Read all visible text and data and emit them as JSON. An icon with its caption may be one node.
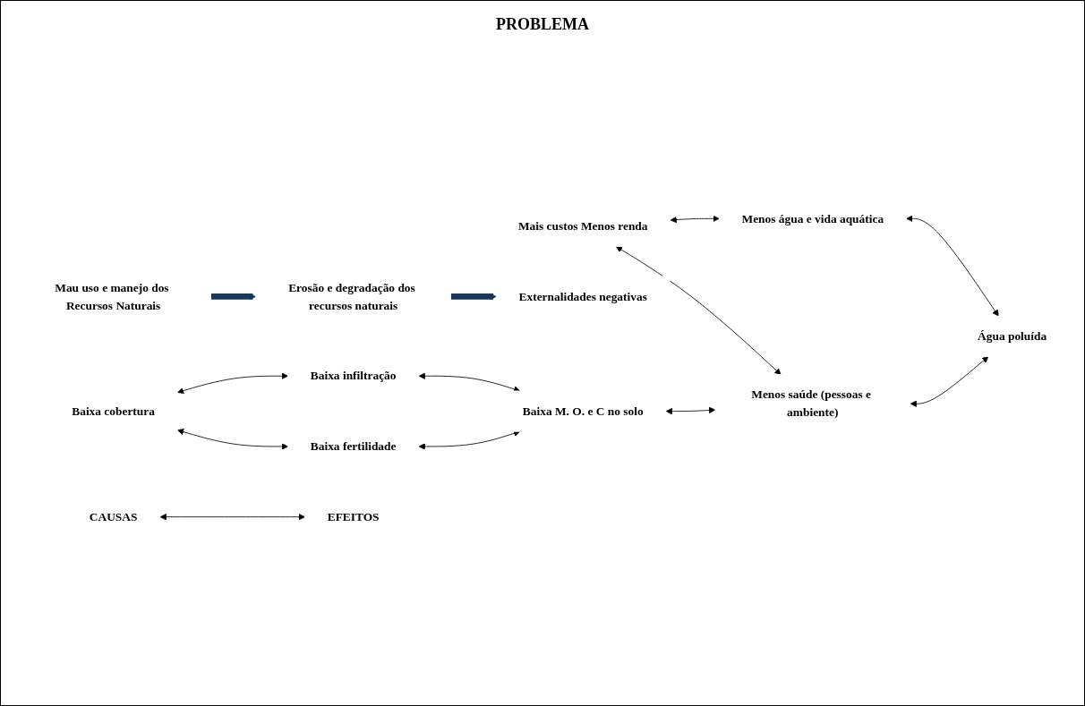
{
  "diagram": {
    "nodes": [
      {
        "text": [
          "CAUSAS"
        ]
      },
      {
        "text": [
          "Mau uso e manejo dos Recursos Naturais"
        ]
      },
      {
        "text": [
          "Baixa cobertura"
        ]
      },
      {
        "text": [
          "Baixa infiltração"
        ]
      },
      {
        "text": [
          "Baixa fertilidade"
        ]
      },
      {
        "text": [
          "Baixa M. O. e C no solo"
        ]
      },
      {
        "text": [
          "Erosão e degradação dos recursos naturais"
        ]
      },
      {
        "text": [
          "EFEITOS"
        ]
      },
      {
        "text": [
          "Externalidades negativas"
        ]
      },
      {
        "text": [
          "Mais custos Menos renda"
        ]
      },
      {
        "text": [
          "Menos água e vida aquática"
        ]
      },
      {
        "text": [
          "Menos saúde (pessoas e ambiente)"
        ]
      },
      {
        "text": [
          "Água poluída"
        ]
      }
    ],
    "edges": [
      {
        "from": 0,
        "to": 7,
        "arrow": "both"
      },
      {
        "from": 2,
        "to": 3,
        "arrow": "both"
      },
      {
        "from": 2,
        "to": 4,
        "arrow": "both"
      },
      {
        "from": 3,
        "to": 5,
        "arrow": "both"
      },
      {
        "from": 4,
        "to": 5,
        "arrow": "both"
      },
      {
        "from": 1,
        "to": 6,
        "arrow": "to",
        "style": "thick",
        "color": "#17375e"
      },
      {
        "from": 6,
        "to": 8,
        "arrow": "to",
        "style": "thick",
        "color": "#17375e"
      },
      {
        "from": 9,
        "to": 10,
        "arrow": "both"
      },
      {
        "from": 9,
        "to": 11,
        "arrow": "both"
      },
      {
        "from": 10,
        "to": 12,
        "arrow": "both"
      },
      {
        "from": 11,
        "to": 12,
        "arrow": "both"
      },
      {
        "from": 5,
        "to": 11,
        "arrow": "both"
      }
    ],
    "labels": [
      "PROBLEMA"
    ]
  }
}
